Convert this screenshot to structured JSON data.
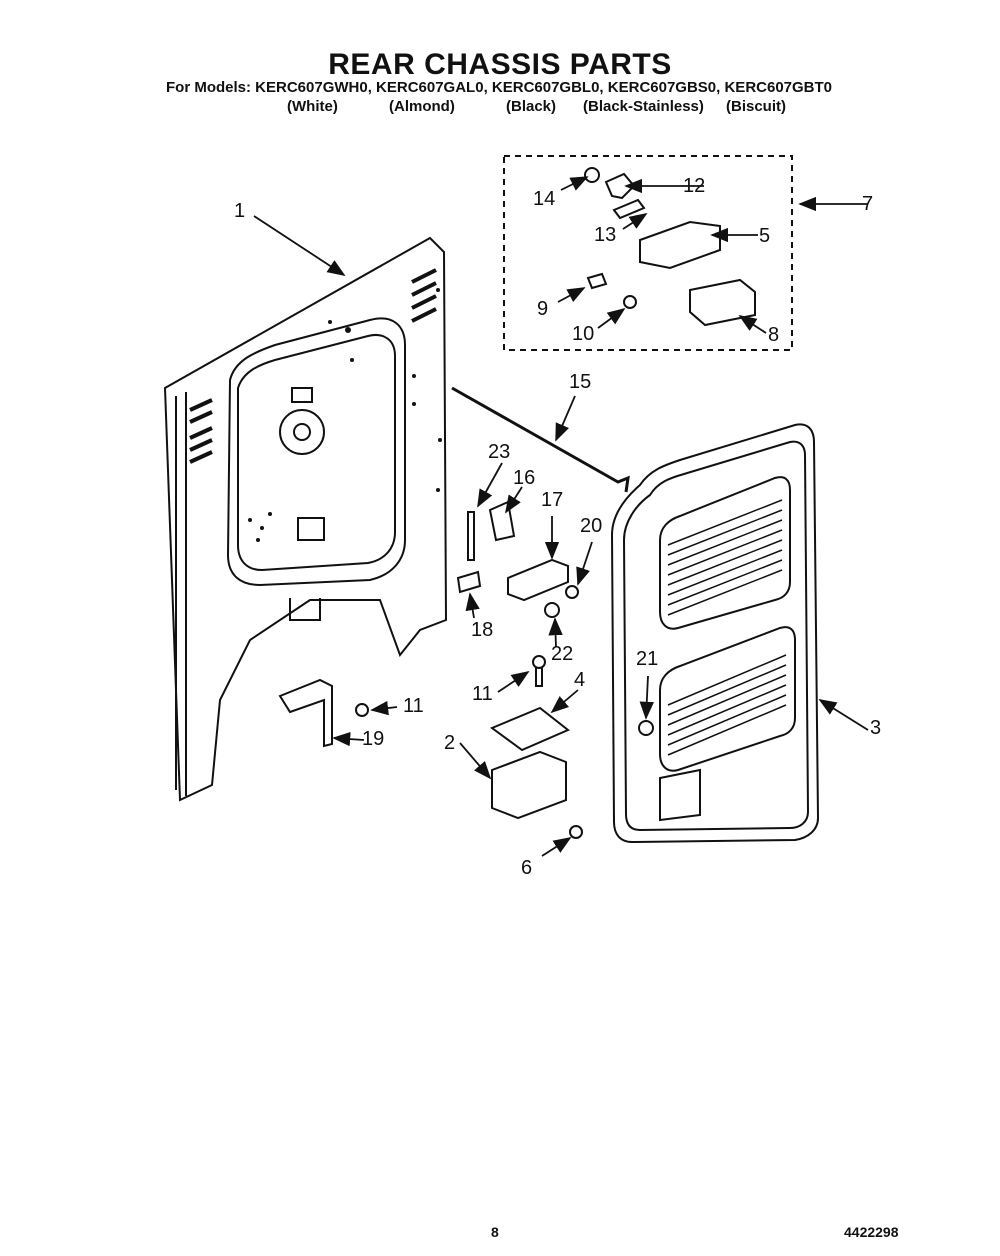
{
  "header": {
    "title": "REAR CHASSIS PARTS",
    "models_line": "For Models: KERC607GWH0, KERC607GAL0, KERC607GBL0, KERC607GBS0, KERC607GBT0",
    "variants": [
      "(White)",
      "(Almond)",
      "(Black)",
      "(Black-Stainless)",
      "(Biscuit)"
    ]
  },
  "callouts": {
    "c1": "1",
    "c2": "2",
    "c3": "3",
    "c4": "4",
    "c5": "5",
    "c6": "6",
    "c7": "7",
    "c8": "8",
    "c9": "9",
    "c10": "10",
    "c11a": "11",
    "c11b": "11",
    "c12": "12",
    "c13": "13",
    "c14": "14",
    "c15": "15",
    "c16": "16",
    "c17": "17",
    "c18": "18",
    "c19": "19",
    "c20": "20",
    "c21": "21",
    "c22": "22",
    "c23": "23"
  },
  "footer": {
    "page_number": "8",
    "doc_number": "4422298"
  }
}
